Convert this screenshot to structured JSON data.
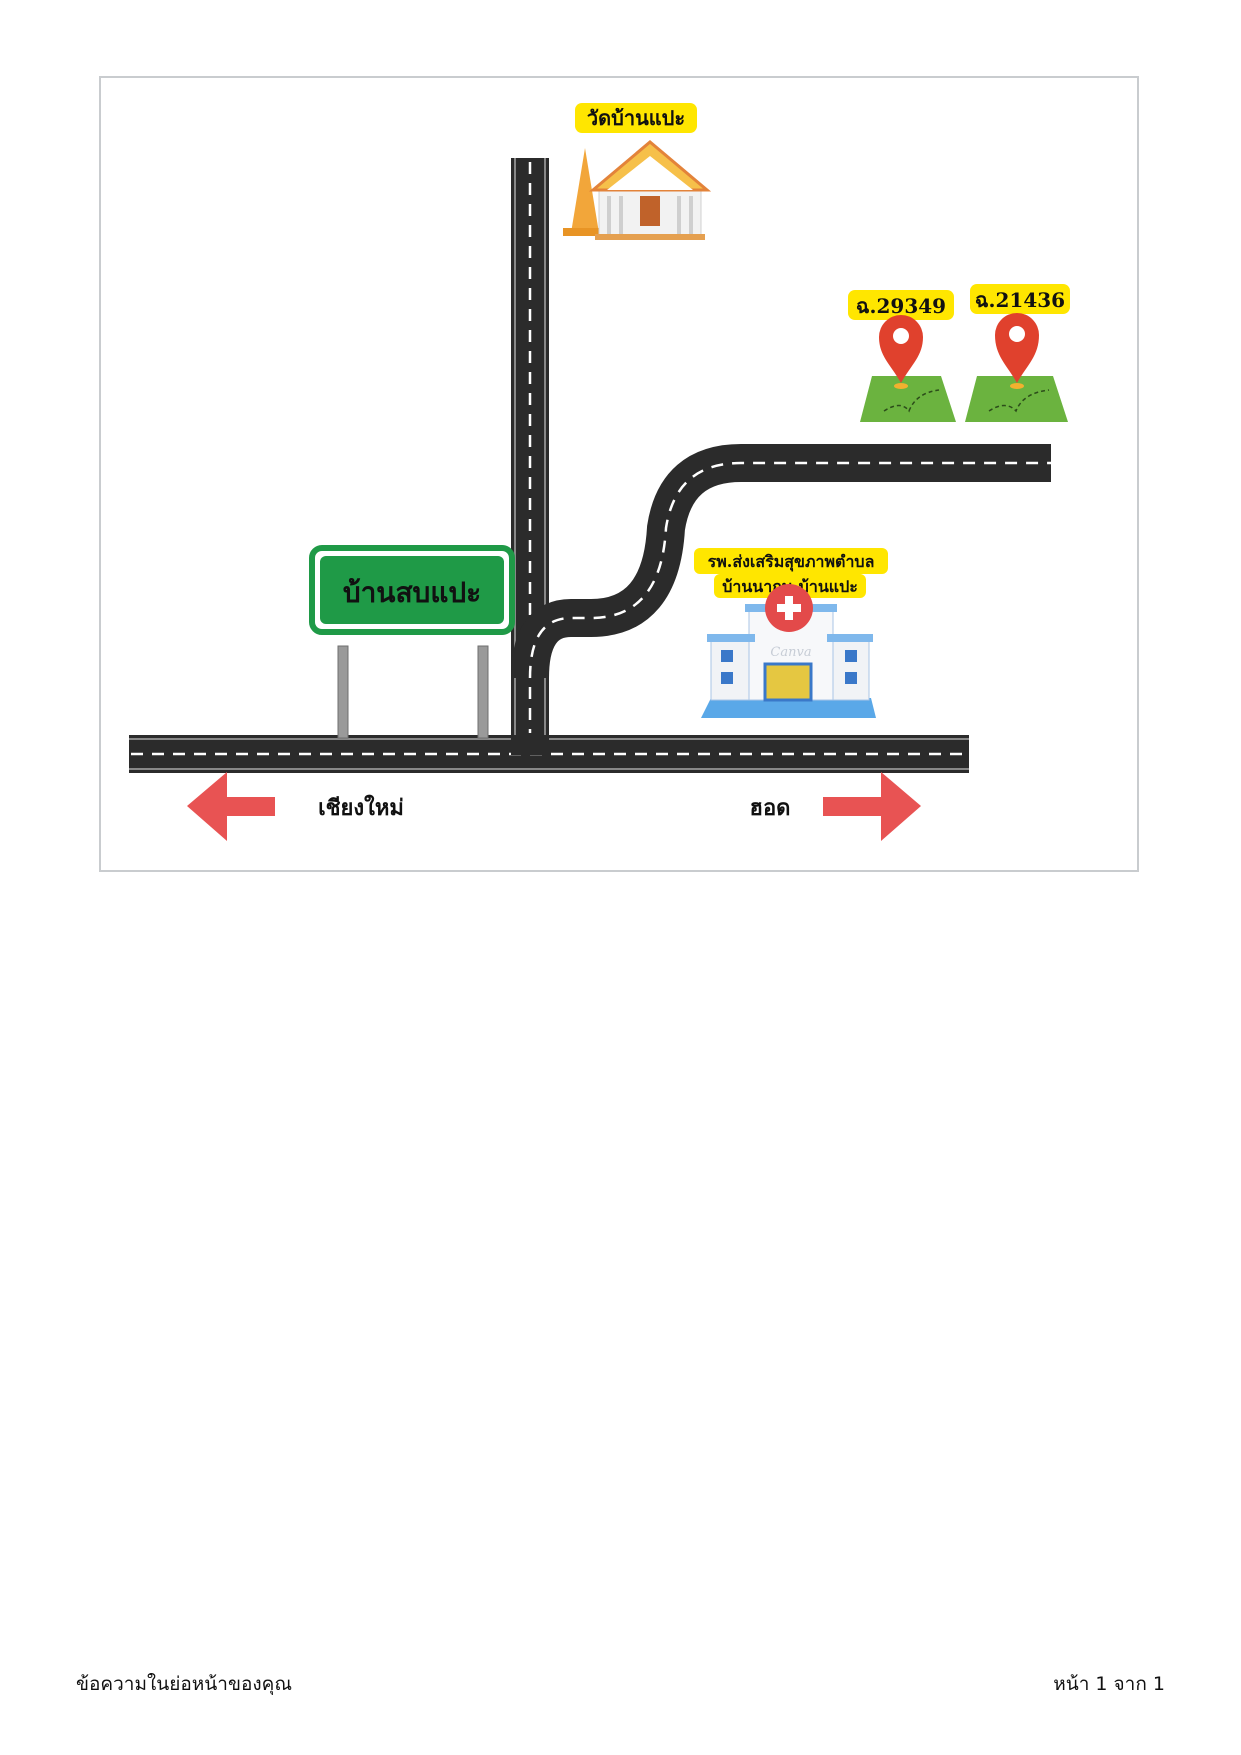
{
  "map": {
    "temple_label": "วัดบ้านแปะ",
    "village_sign": "บ้านสบแปะ",
    "marker_left_label": "ฉ.29349",
    "marker_right_label": "ฉ.21436",
    "clinic_label_line1": "รพ.ส่งเสริมสุขภาพตำบล",
    "clinic_label_line2": "บ้านนากบ-บ้านแปะ",
    "clinic_logo_text": "Canva",
    "direction_left": "เชียงใหม่",
    "direction_right": "ฮอด",
    "colors": {
      "road": "#2b2b2b",
      "road_line": "#ffffff",
      "label_bg": "#ffe600",
      "sign_green": "#1f9a47",
      "arrow_red": "#e85353",
      "pin_red": "#e0412d",
      "land_green": "#6bb33f",
      "temple_orange": "#f2a63a"
    }
  },
  "footer": {
    "left_text": "ข้อความในย่อหน้าของคุณ",
    "right_text": "หน้า 1 จาก 1"
  }
}
